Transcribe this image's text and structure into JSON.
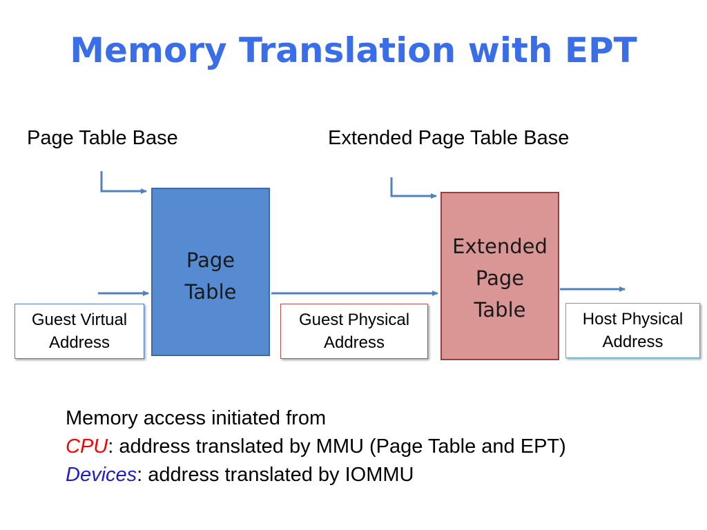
{
  "title": "Memory Translation with EPT",
  "labels": {
    "page_table_base": "Page Table Base",
    "extended_page_table_base": "Extended Page Table Base"
  },
  "blocks": {
    "page_table": [
      "Page",
      "Table"
    ],
    "extended_page_table": [
      "Extended",
      "Page",
      "Table"
    ]
  },
  "addresses": {
    "guest_virtual": [
      "Guest Virtual",
      "Address"
    ],
    "guest_physical": [
      "Guest Physical",
      "Address"
    ],
    "host_physical": [
      "Host Physical",
      "Address"
    ]
  },
  "notes": {
    "line1": "Memory access initiated from",
    "cpu_keyword": "CPU",
    "cpu_text": ": address translated by MMU (Page Table and EPT)",
    "devices_keyword": "Devices",
    "devices_text": ": address translated by IOMMU"
  },
  "colors": {
    "title": "#3a6ee8",
    "page_table_fill": "#568bd2",
    "ept_fill": "#d99694",
    "arrow": "#4f81bd",
    "cpu": "#ff0000",
    "devices": "#1e1ec8"
  }
}
